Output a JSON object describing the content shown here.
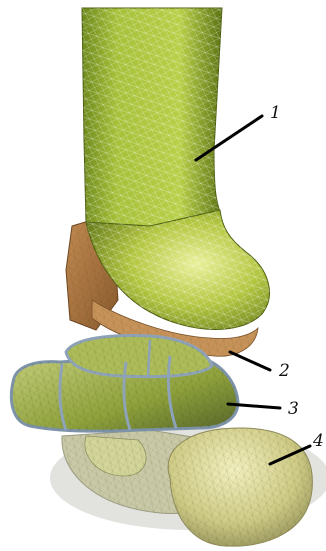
{
  "figure": {
    "labels": [
      {
        "id": "1",
        "text": "1"
      },
      {
        "id": "2",
        "text": "2"
      },
      {
        "id": "3",
        "text": "3"
      },
      {
        "id": "4",
        "text": "4"
      }
    ],
    "colors": {
      "bone_green": "#a9c038",
      "bone_green_dark": "#5f7418",
      "bone_green_light": "#dfe98a",
      "cartilage_orange": "#c9955a",
      "fibula_brown": "#b07a44",
      "meniscus_gray_blue": "#8ea3b8",
      "calcaneus_yellow": "#d7d592",
      "shadow_gray": "#c9c9c6",
      "leader_line": "#000000"
    }
  }
}
